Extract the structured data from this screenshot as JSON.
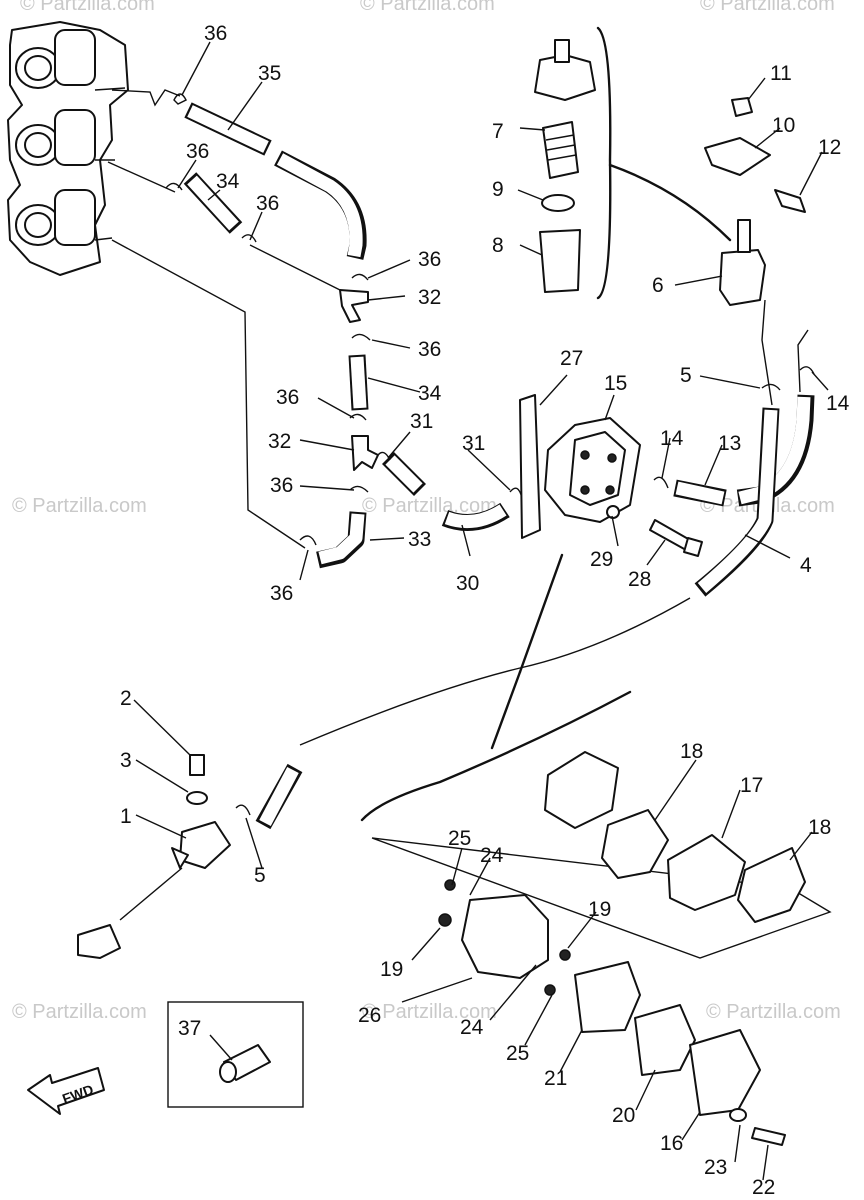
{
  "watermark": "© Partzilla.com",
  "fwd_label": "FWD",
  "callouts": {
    "c36a": "36",
    "c35": "35",
    "c36b": "36",
    "c34a": "34",
    "c36c": "36",
    "c36d": "36",
    "c32a": "32",
    "c36e": "36",
    "c34b": "34",
    "c36f": "36",
    "c31a": "31",
    "c32b": "32",
    "c36g": "36",
    "c33": "33",
    "c36h": "36",
    "c30": "30",
    "c31b": "31",
    "c27": "27",
    "c15": "15",
    "c14a": "14",
    "c13": "13",
    "c5a": "5",
    "c14b": "14",
    "c29": "29",
    "c28": "28",
    "c4": "4",
    "c7": "7",
    "c9": "9",
    "c8": "8",
    "c11": "11",
    "c10": "10",
    "c12": "12",
    "c6": "6",
    "c2": "2",
    "c3": "3",
    "c1": "1",
    "c5b": "5",
    "c18a": "18",
    "c17": "17",
    "c18b": "18",
    "c25a": "25",
    "c24a": "24",
    "c19a": "19",
    "c19b": "19",
    "c26": "26",
    "c24b": "24",
    "c25b": "25",
    "c21": "21",
    "c20": "20",
    "c16": "16",
    "c23": "23",
    "c22": "22",
    "c37": "37"
  }
}
